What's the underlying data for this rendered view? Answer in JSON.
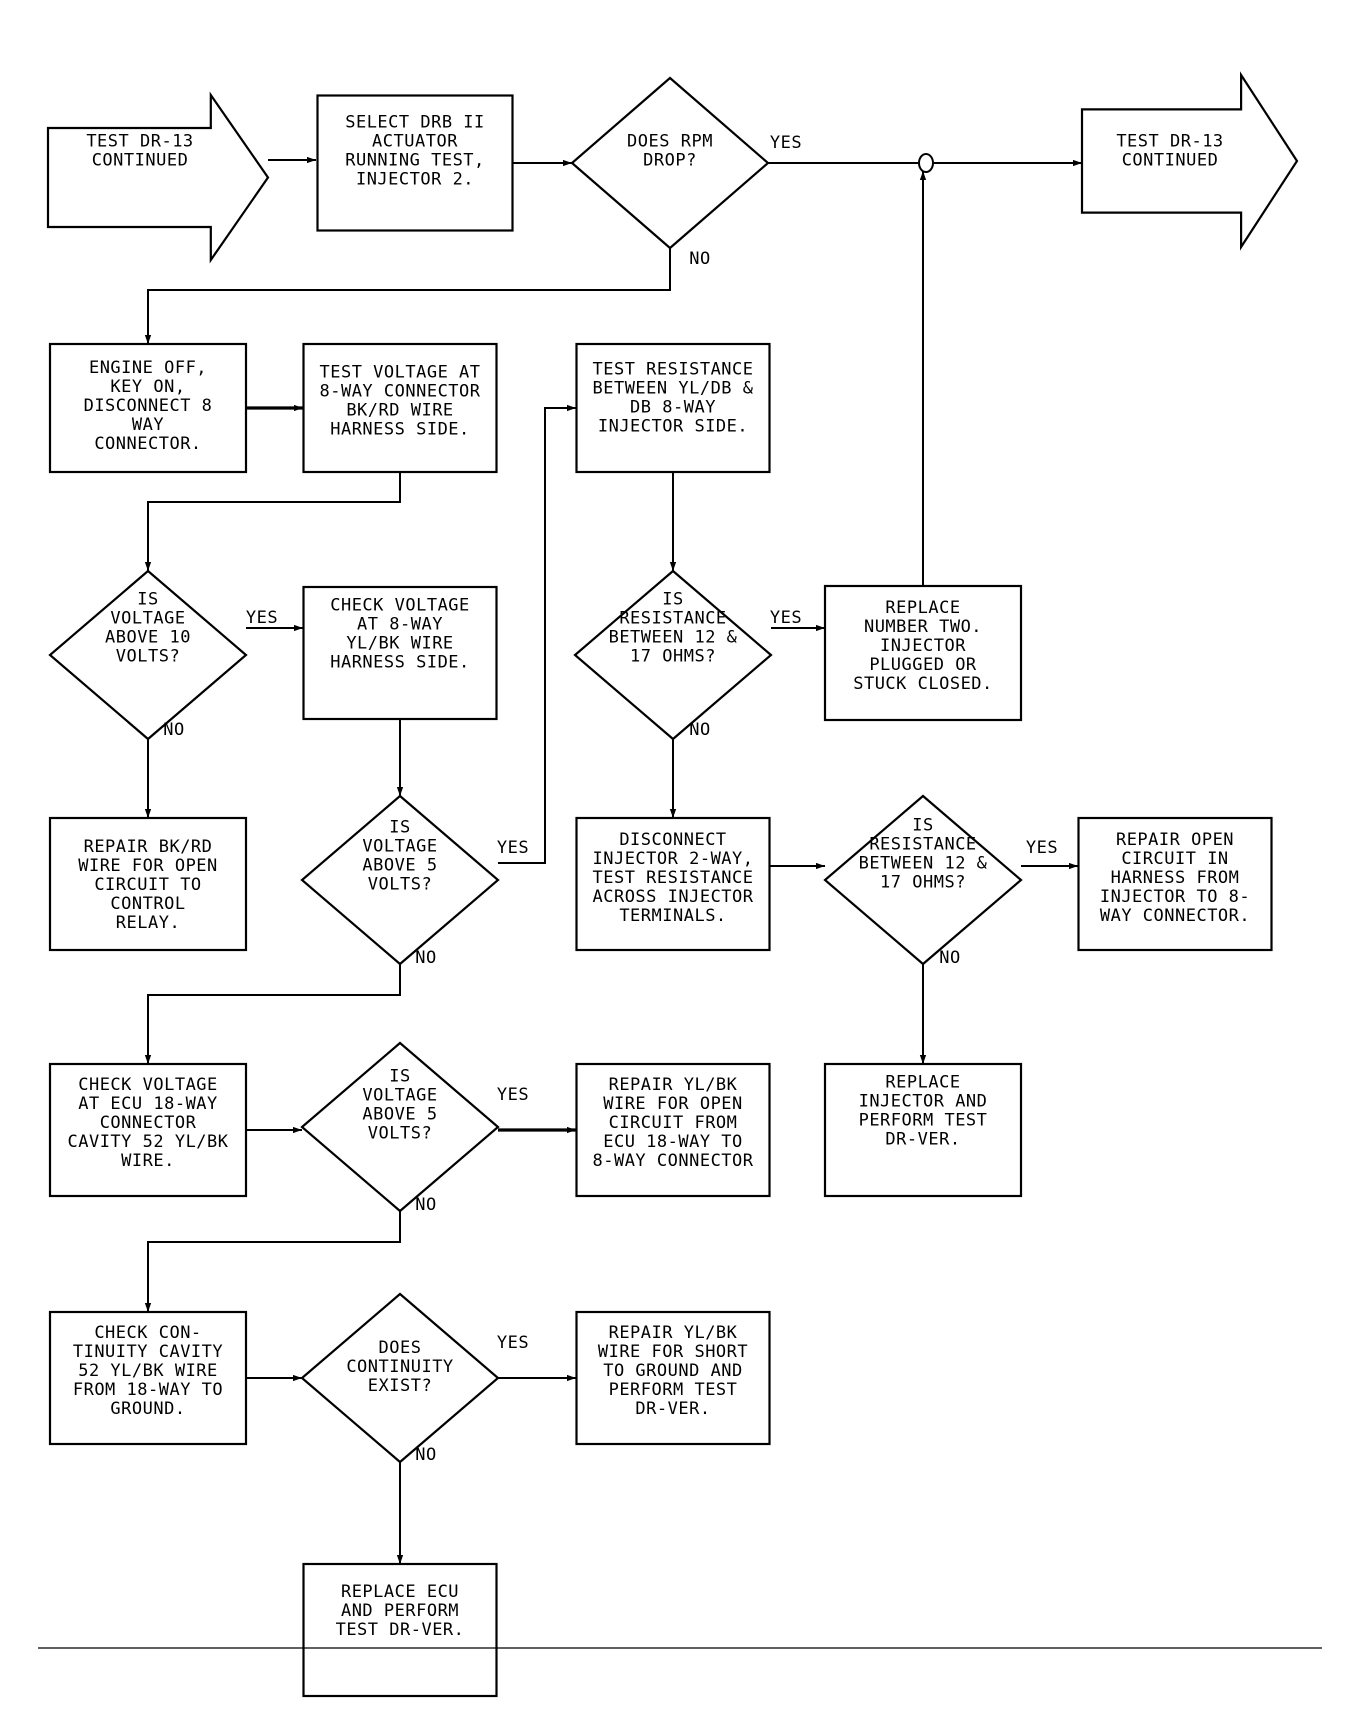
{
  "diagram": {
    "nodes": {
      "start": [
        "TEST DR-13",
        "CONTINUED"
      ],
      "select": [
        "SELECT DRB II",
        "ACTUATOR",
        "RUNNING TEST,",
        "INJECTOR 2."
      ],
      "rpm": [
        "DOES RPM",
        "DROP?"
      ],
      "end": [
        "TEST DR-13",
        "CONTINUED"
      ],
      "engine": [
        "ENGINE OFF,",
        "KEY ON,",
        "DISCONNECT 8",
        "WAY",
        "CONNECTOR."
      ],
      "test_v": [
        "TEST VOLTAGE AT",
        "8-WAY CONNECTOR",
        "BK/RD WIRE",
        "HARNESS SIDE."
      ],
      "test_r": [
        "TEST RESISTANCE",
        "BETWEEN YL/DB &",
        "DB 8-WAY",
        "INJECTOR SIDE."
      ],
      "v10": [
        "IS",
        "VOLTAGE",
        "ABOVE 10",
        "VOLTS?"
      ],
      "check_v": [
        "CHECK VOLTAGE",
        "AT 8-WAY",
        "YL/BK WIRE",
        "HARNESS SIDE."
      ],
      "r1": [
        "IS",
        "RESISTANCE",
        "BETWEEN 12 &",
        "17 OHMS?"
      ],
      "replace2": [
        "REPLACE",
        "NUMBER TWO.",
        "INJECTOR",
        "PLUGGED OR",
        "STUCK CLOSED."
      ],
      "repair_bk": [
        "REPAIR BK/RD",
        "WIRE FOR OPEN",
        "CIRCUIT TO",
        "CONTROL",
        "RELAY."
      ],
      "v5a": [
        "IS",
        "VOLTAGE",
        "ABOVE 5",
        "VOLTS?"
      ],
      "disc": [
        "DISCONNECT",
        "INJECTOR 2-WAY,",
        "TEST RESISTANCE",
        "ACROSS INJECTOR",
        "TERMINALS."
      ],
      "r2": [
        "IS",
        "RESISTANCE",
        "BETWEEN 12 &",
        "17 OHMS?"
      ],
      "repair_open": [
        "REPAIR OPEN",
        "CIRCUIT IN",
        "HARNESS FROM",
        "INJECTOR TO 8-",
        "WAY CONNECTOR."
      ],
      "check_ecu": [
        "CHECK VOLTAGE",
        "AT ECU 18-WAY",
        "CONNECTOR",
        "CAVITY 52 YL/BK",
        "WIRE."
      ],
      "v5b": [
        "IS",
        "VOLTAGE",
        "ABOVE 5",
        "VOLTS?"
      ],
      "repair_yl": [
        "REPAIR YL/BK",
        "WIRE FOR OPEN",
        "CIRCUIT FROM",
        "ECU 18-WAY TO",
        "8-WAY CONNECTOR"
      ],
      "replace_inj": [
        "REPLACE",
        "INJECTOR AND",
        "PERFORM TEST",
        "DR-VER."
      ],
      "check_cont": [
        "CHECK CON-",
        "TINUITY CAVITY",
        "52 YL/BK WIRE",
        "FROM 18-WAY TO",
        "GROUND."
      ],
      "cont": [
        "DOES",
        "CONTINUITY",
        "EXIST?"
      ],
      "repair_short": [
        "REPAIR YL/BK",
        "WIRE FOR SHORT",
        "TO GROUND AND",
        "PERFORM TEST",
        "DR-VER."
      ],
      "replace_ecu": [
        "REPLACE ECU",
        "AND PERFORM",
        "TEST DR-VER."
      ]
    },
    "labels": {
      "yes": "YES",
      "no": "NO"
    }
  }
}
